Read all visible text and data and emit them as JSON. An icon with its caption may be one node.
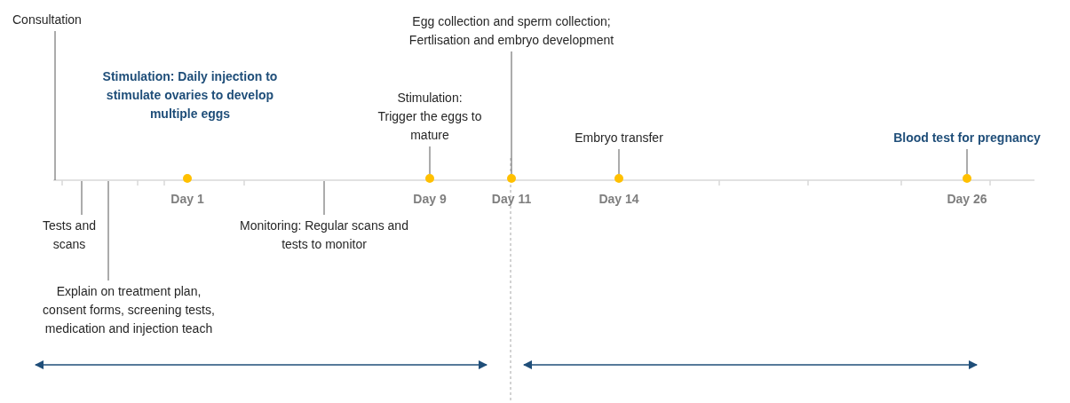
{
  "diagram": {
    "nodes": [
      {
        "text": [
          "Consultation"
        ]
      },
      {
        "text": [
          "Stimulation: Daily injection to stimulate ovaries to develop multiple eggs"
        ]
      },
      {
        "text": [
          "Stimulation: Trigger the eggs to mature"
        ]
      },
      {
        "text": [
          "Egg collection and sperm collection; Fertlisation and embryo development"
        ]
      },
      {
        "text": [
          "Embryo transfer"
        ]
      },
      {
        "text": [
          "Blood test for pregnancy"
        ]
      },
      {
        "text": [
          "Tests and scans"
        ]
      },
      {
        "text": [
          "Explain on treatment plan, consent forms, screening tests, medication and injection teach"
        ]
      },
      {
        "text": [
          "Monitoring: Regular scans and tests to monitor"
        ]
      },
      {
        "text": [],
        "shape": "circle",
        "beside": [
          "Day 1"
        ]
      },
      {
        "text": [],
        "shape": "circle",
        "beside": [
          "Day 9"
        ]
      },
      {
        "text": [],
        "shape": "circle",
        "beside": [
          "Day 11"
        ]
      },
      {
        "text": [],
        "shape": "circle",
        "beside": [
          "Day 14"
        ]
      },
      {
        "text": [],
        "shape": "circle",
        "beside": [
          "Day 26"
        ]
      }
    ],
    "edges": [
      {
        "from": 0,
        "to": null,
        "arrow": "none"
      },
      {
        "from": 2,
        "to": 10,
        "arrow": "none"
      },
      {
        "from": 3,
        "to": 11,
        "arrow": "none"
      },
      {
        "from": 4,
        "to": 12,
        "arrow": "none"
      },
      {
        "from": 5,
        "to": 13,
        "arrow": "none"
      },
      {
        "from": 6,
        "to": null,
        "arrow": "none"
      },
      {
        "from": 7,
        "to": null,
        "arrow": "none"
      },
      {
        "from": 8,
        "to": null,
        "arrow": "none"
      }
    ]
  }
}
